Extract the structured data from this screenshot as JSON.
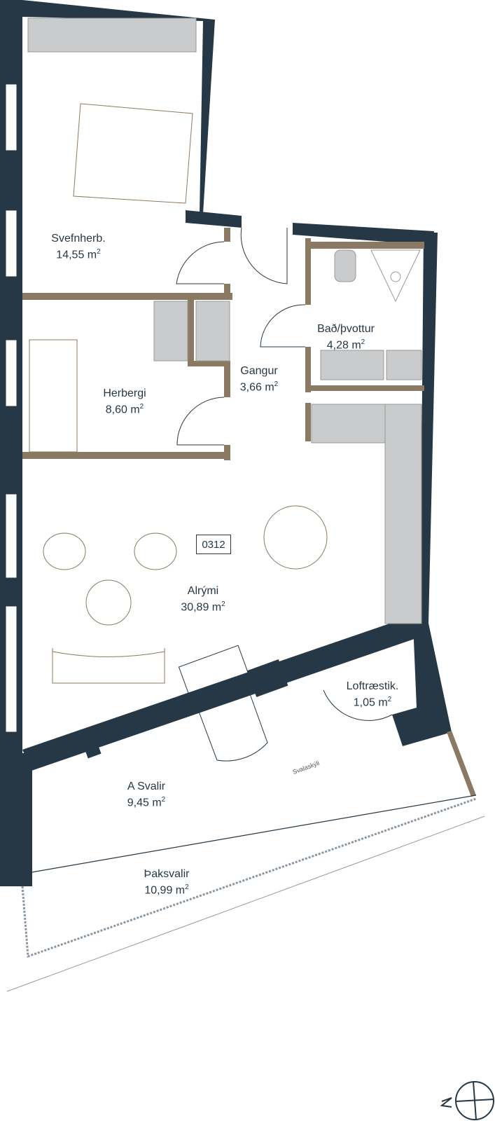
{
  "colors": {
    "wall": "#263845",
    "partition": "#8b7a63",
    "furniture": "#c9cbcc",
    "fixture": "#b9a98f"
  },
  "unit_number": "0312",
  "rooms": [
    {
      "name": "Svefnherb.",
      "area": "14,55 m",
      "unit_sup": "2"
    },
    {
      "name": "Herbergi",
      "area": "8,60 m",
      "unit_sup": "2"
    },
    {
      "name": "Gangur",
      "area": "3,66 m",
      "unit_sup": "2"
    },
    {
      "name": "Bað/þvottur",
      "area": "4,28 m",
      "unit_sup": "2"
    },
    {
      "name": "Alrými",
      "area": "30,89 m",
      "unit_sup": "2"
    },
    {
      "name": "Loftræstik.",
      "area": "1,05 m",
      "unit_sup": "2"
    },
    {
      "name": "A Svalir",
      "area": "9,45 m",
      "unit_sup": "2"
    },
    {
      "name": "Þaksvalir",
      "area": "10,99 m",
      "unit_sup": "2"
    }
  ],
  "annotations": {
    "roof_label": "Svalaskýli"
  },
  "compass": {
    "icon": "north-arrow-icon"
  }
}
